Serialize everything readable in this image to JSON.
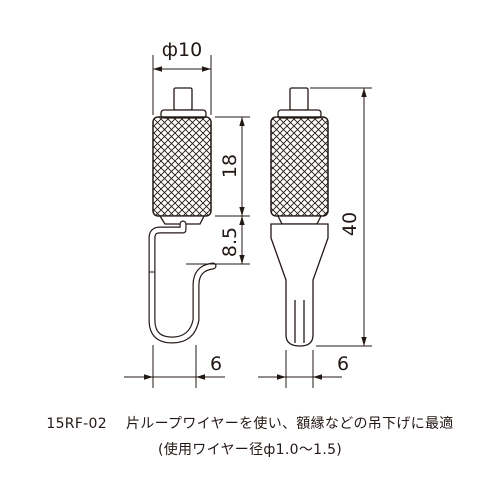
{
  "drawing": {
    "dimensions": {
      "diameter_label": "ф10",
      "knurl_length_label": "18",
      "hook_length_label": "8.5",
      "total_length_label": "40",
      "hook_width_label": "6",
      "side_width_label": "6"
    }
  },
  "caption": {
    "model_code": "15RF-02",
    "description": "片ループワイヤーを使い、額縁などの吊下げに最適",
    "note": "(使用ワイヤー径ф1.0〜1.5)"
  },
  "colors": {
    "line": "#231815",
    "background": "#ffffff"
  }
}
